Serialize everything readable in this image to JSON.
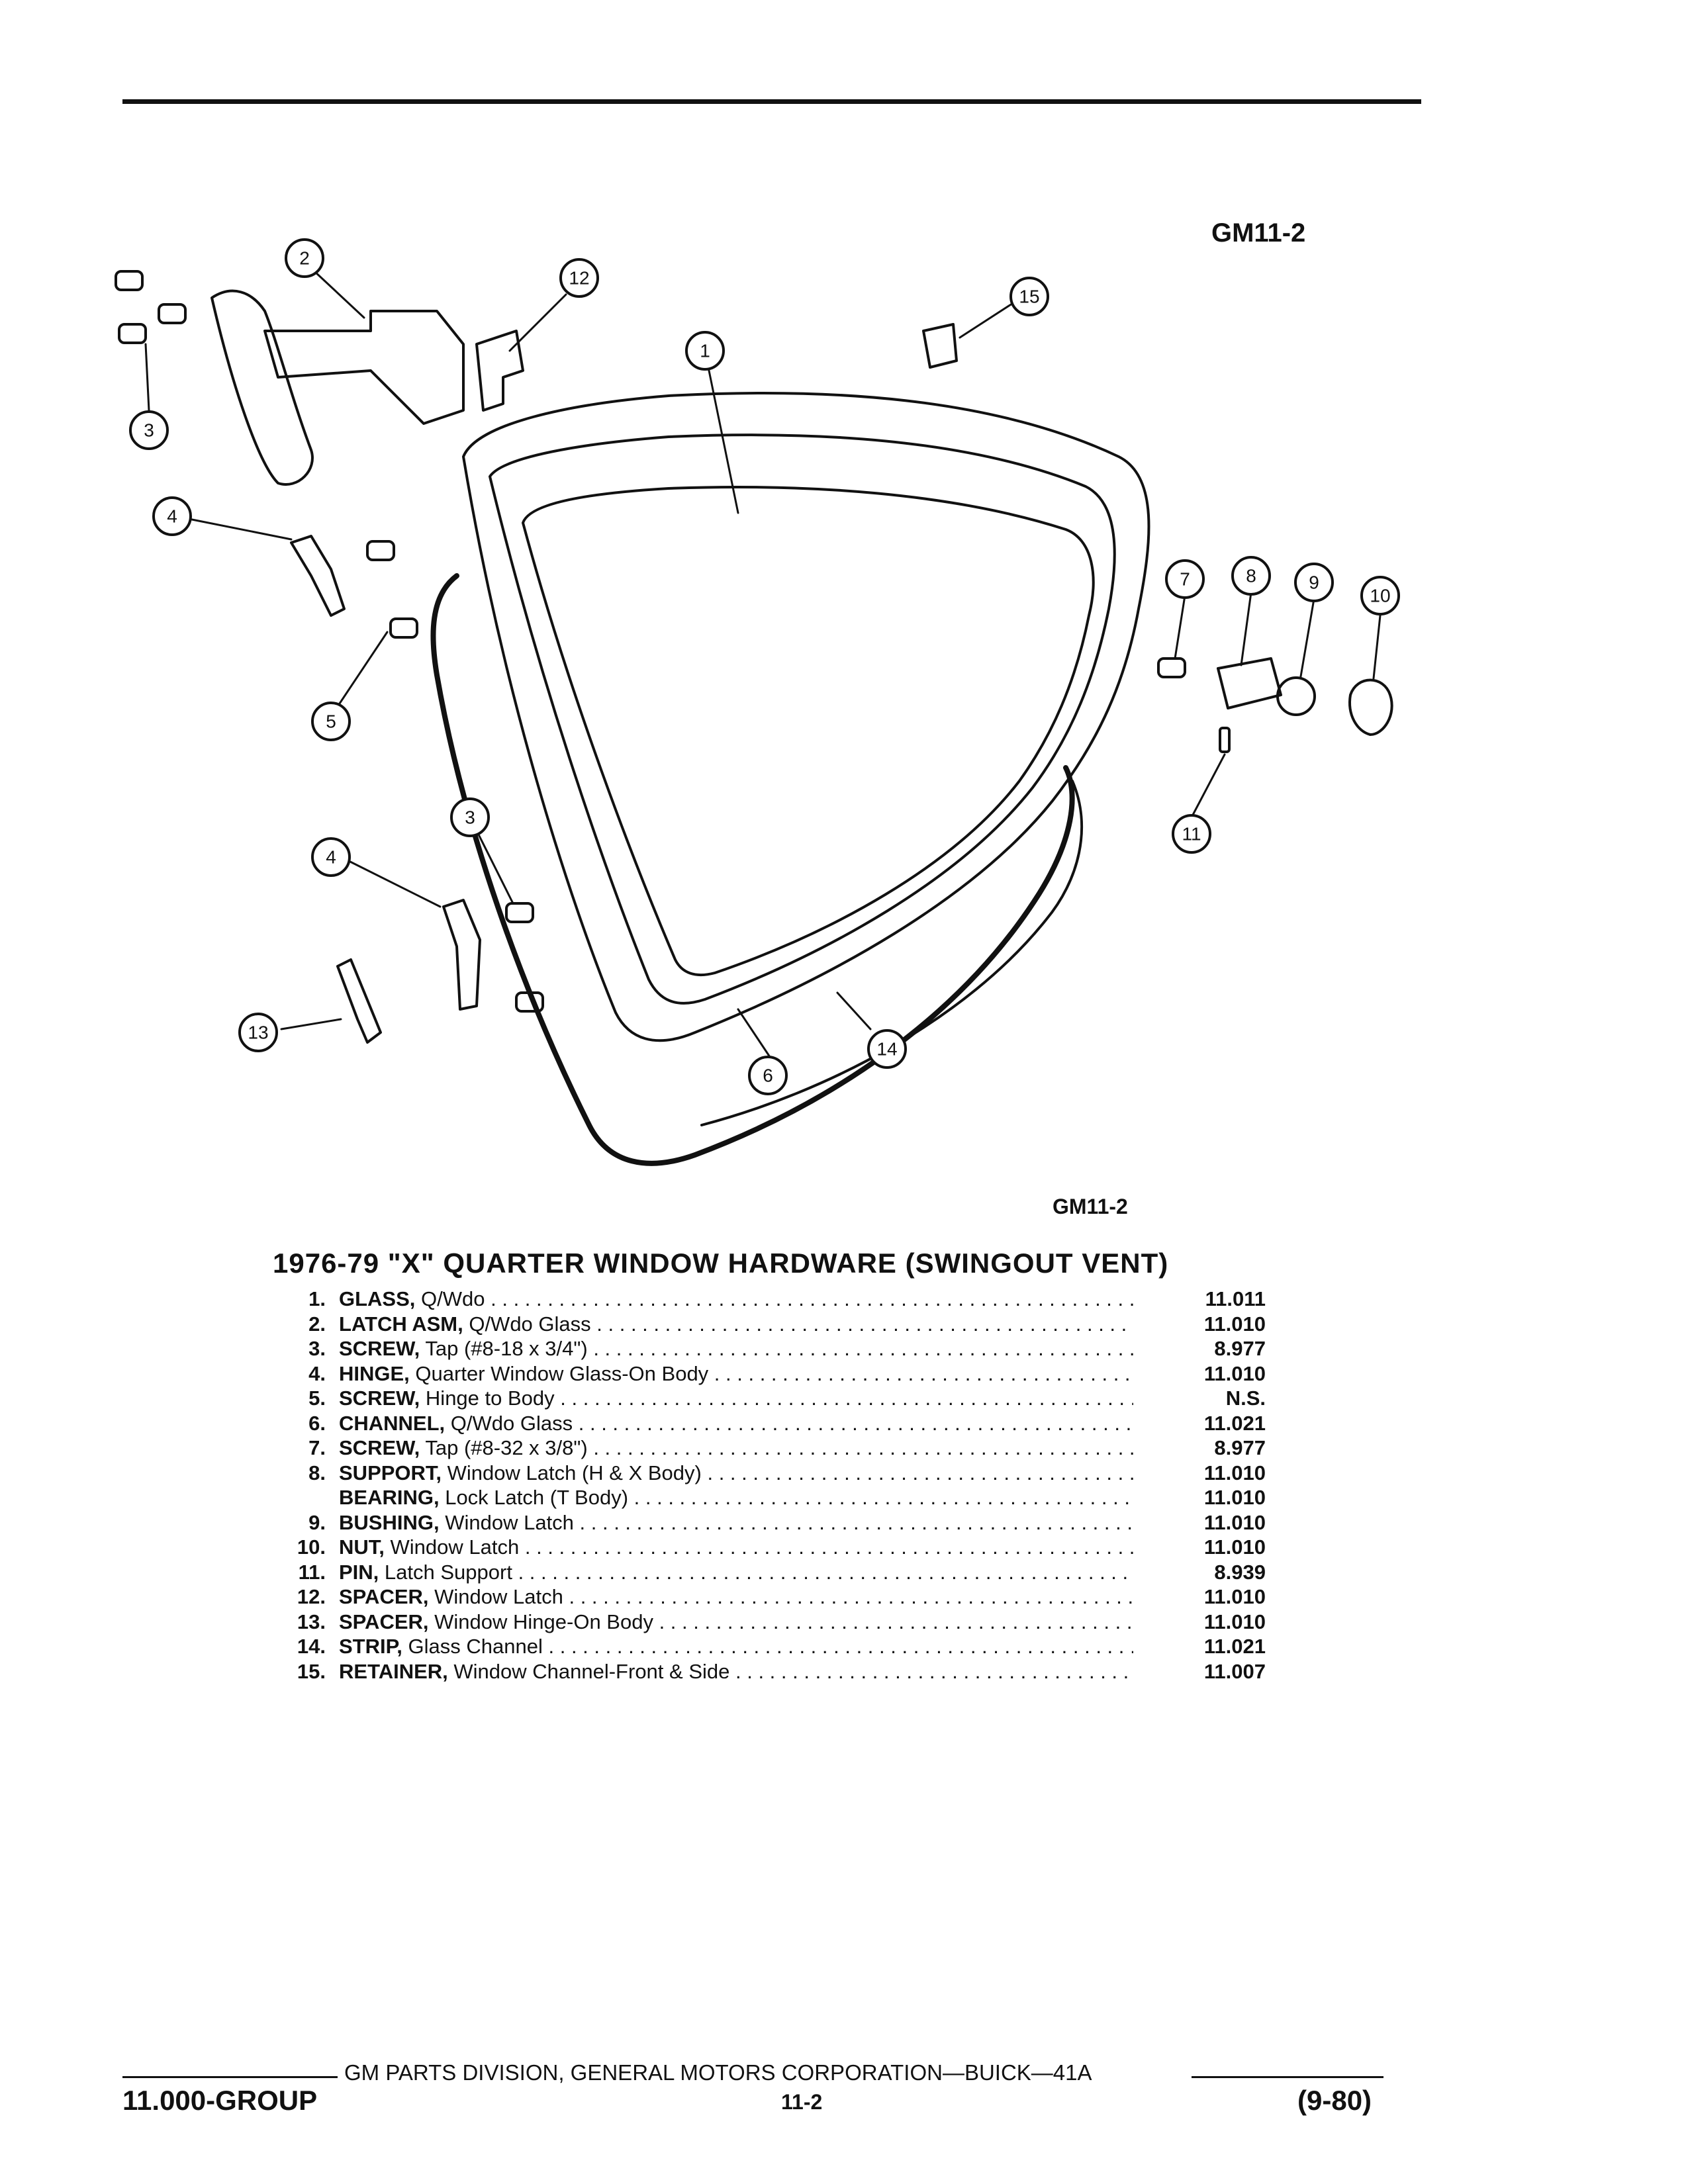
{
  "figure": {
    "code_top": "GM11-2",
    "code_bottom": "GM11-2"
  },
  "callouts": [
    "1",
    "2",
    "3",
    "3",
    "4",
    "4",
    "5",
    "6",
    "7",
    "8",
    "9",
    "10",
    "11",
    "12",
    "13",
    "14",
    "15"
  ],
  "title": "1976-79 \"X\" QUARTER WINDOW HARDWARE (SWINGOUT VENT)",
  "parts": [
    {
      "num": "1.",
      "name": "GLASS,",
      "desc": "Q/Wdo",
      "group": "11.011"
    },
    {
      "num": "2.",
      "name": "LATCH ASM,",
      "desc": "Q/Wdo Glass",
      "group": "11.010"
    },
    {
      "num": "3.",
      "name": "SCREW,",
      "desc": "Tap (#8-18 x 3/4\")",
      "group": "8.977"
    },
    {
      "num": "4.",
      "name": "HINGE,",
      "desc": "Quarter Window Glass-On Body",
      "group": "11.010"
    },
    {
      "num": "5.",
      "name": "SCREW,",
      "desc": "Hinge to Body",
      "group": "N.S."
    },
    {
      "num": "6.",
      "name": "CHANNEL,",
      "desc": "Q/Wdo Glass",
      "group": "11.021"
    },
    {
      "num": "7.",
      "name": "SCREW,",
      "desc": "Tap (#8-32 x 3/8\")",
      "group": "8.977"
    },
    {
      "num": "8.",
      "name": "SUPPORT,",
      "desc": "Window Latch (H & X Body)",
      "group": "11.010"
    },
    {
      "num": "",
      "name": "BEARING,",
      "desc": "Lock Latch (T Body)",
      "group": "11.010"
    },
    {
      "num": "9.",
      "name": "BUSHING,",
      "desc": "Window Latch",
      "group": "11.010"
    },
    {
      "num": "10.",
      "name": "NUT,",
      "desc": "Window Latch",
      "group": "11.010"
    },
    {
      "num": "11.",
      "name": "PIN,",
      "desc": "Latch Support",
      "group": "8.939"
    },
    {
      "num": "12.",
      "name": "SPACER,",
      "desc": "Window Latch",
      "group": "11.010"
    },
    {
      "num": "13.",
      "name": "SPACER,",
      "desc": "Window Hinge-On Body",
      "group": "11.010"
    },
    {
      "num": "14.",
      "name": "STRIP,",
      "desc": "Glass Channel",
      "group": "11.021"
    },
    {
      "num": "15.",
      "name": "RETAINER,",
      "desc": "Window Channel-Front & Side",
      "group": "11.007"
    }
  ],
  "footer": {
    "division": "GM PARTS DIVISION, GENERAL MOTORS CORPORATION—BUICK—41A",
    "group": "11.000-GROUP",
    "page": "11-2",
    "date": "(9-80)"
  }
}
